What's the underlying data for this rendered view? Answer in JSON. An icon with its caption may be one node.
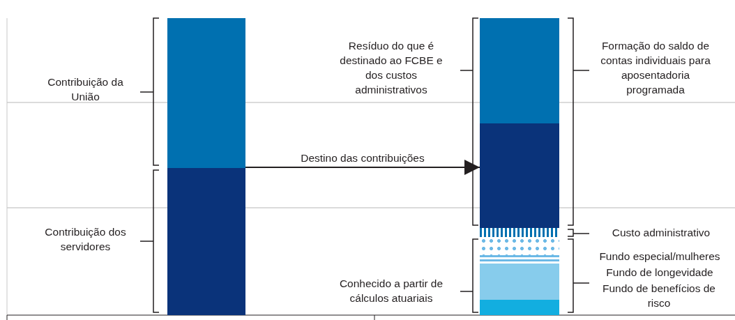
{
  "diagram": {
    "nodes": [
      {
        "text": [],
        "shape": "bar"
      },
      {
        "text": [],
        "shape": "bar"
      }
    ],
    "edges": [
      {
        "from": 0,
        "to": 1,
        "arrow": "to",
        "label": "Destino das contribuições"
      }
    ],
    "labels": [
      "Contribuição da União",
      "Resíduo do que é destinado ao FCBE e dos custos administrativos",
      "Formação do saldo de contas individuais para aposentadoria programada",
      "Contribuição dos servidores",
      "Custo administrativo",
      "Fundo especial/mulheres",
      "Fundo de longevidade",
      "Fundo de benefícios de risco",
      "Conhecido a partir de cálculos atuariais"
    ]
  }
}
